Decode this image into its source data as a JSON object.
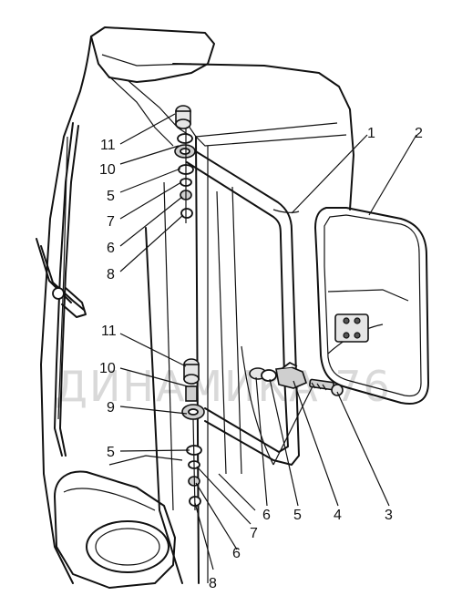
{
  "watermark": "ДИНАМИКА 76",
  "callouts": {
    "c11_top": "11",
    "c10_top": "10",
    "c5_top": "5",
    "c7_top": "7",
    "c6_top": "6",
    "c8_top": "8",
    "c1": "1",
    "c2": "2",
    "c11_bot": "11",
    "c10_bot": "10",
    "c9": "9",
    "c5_bot": "5",
    "c6_right": "6",
    "c5_right": "5",
    "c4": "4",
    "c3": "3",
    "c7_bot": "7",
    "c6_bot": "6",
    "c8_bot": "8"
  }
}
